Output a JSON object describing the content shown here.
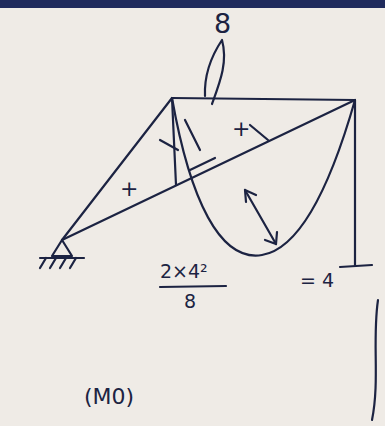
{
  "diagram": {
    "labels": [
      "8",
      "+",
      "+",
      "2×4²",
      "8",
      "= 4",
      "(M0)"
    ]
  }
}
